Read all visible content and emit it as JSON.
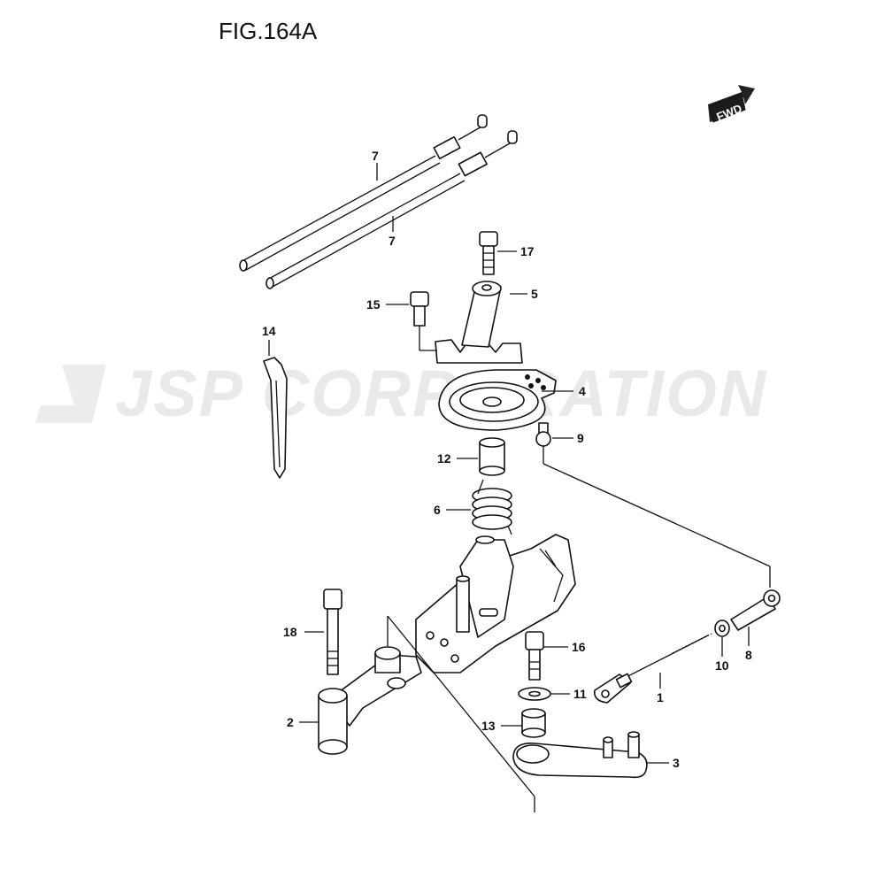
{
  "figure": {
    "title": "FIG.164A"
  },
  "direction_badge": {
    "label": "FWD"
  },
  "watermark": {
    "text": "JSP CORPORATION"
  },
  "callouts": [
    {
      "id": "cable-7a",
      "label": "7"
    },
    {
      "id": "cable-7b",
      "label": "7"
    },
    {
      "id": "bolt-17",
      "label": "17"
    },
    {
      "id": "bracket-5",
      "label": "5"
    },
    {
      "id": "bolt-15",
      "label": "15"
    },
    {
      "id": "tie-14",
      "label": "14"
    },
    {
      "id": "plate-4",
      "label": "4"
    },
    {
      "id": "balljoint-9",
      "label": "9"
    },
    {
      "id": "collar-12",
      "label": "12"
    },
    {
      "id": "spring-6",
      "label": "6"
    },
    {
      "id": "bolt-18",
      "label": "18"
    },
    {
      "id": "bolt-16",
      "label": "16"
    },
    {
      "id": "washer-11",
      "label": "11"
    },
    {
      "id": "rod-1",
      "label": "1"
    },
    {
      "id": "nut-10",
      "label": "10"
    },
    {
      "id": "end-8",
      "label": "8"
    },
    {
      "id": "lever-2",
      "label": "2"
    },
    {
      "id": "collar-13",
      "label": "13"
    },
    {
      "id": "lever-3",
      "label": "3"
    }
  ]
}
